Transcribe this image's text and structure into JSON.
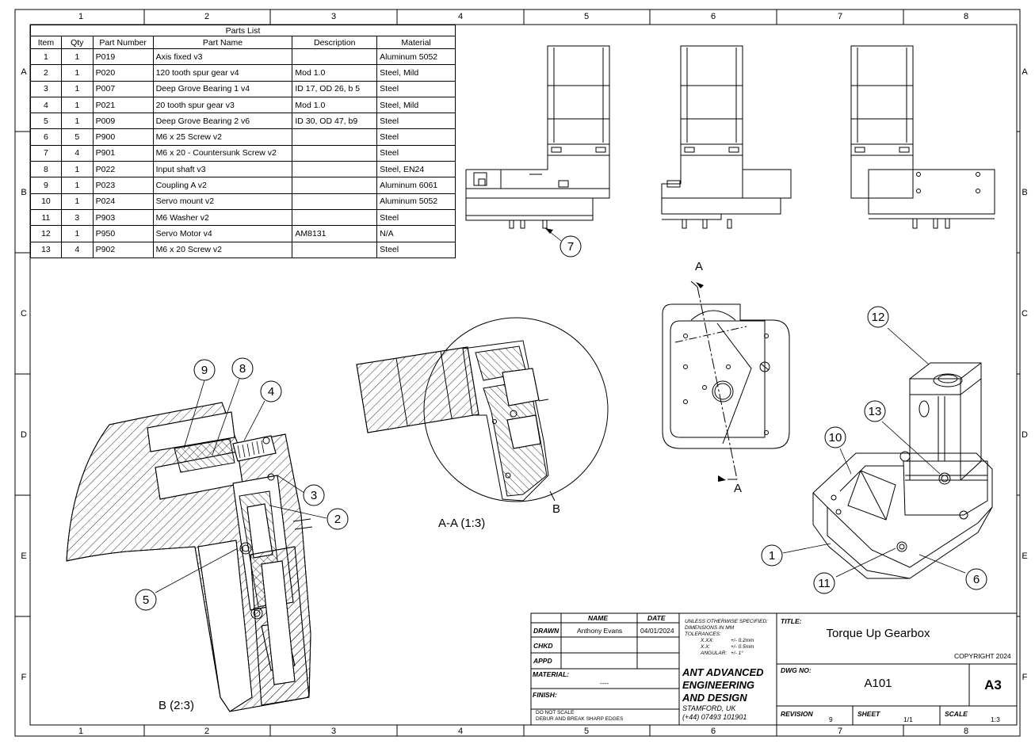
{
  "zones": {
    "columns": [
      "1",
      "2",
      "3",
      "4",
      "5",
      "6",
      "7",
      "8"
    ],
    "rows": [
      "A",
      "B",
      "C",
      "D",
      "E",
      "F"
    ]
  },
  "parts_list": {
    "title": "Parts List",
    "headers": [
      "Item",
      "Qty",
      "Part Number",
      "Part Name",
      "Description",
      "Material"
    ],
    "rows": [
      [
        "1",
        "1",
        "P019",
        "Axis fixed v3",
        "",
        "Aluminum 5052"
      ],
      [
        "2",
        "1",
        "P020",
        "120 tooth spur gear v4",
        "Mod 1.0",
        "Steel, Mild"
      ],
      [
        "3",
        "1",
        "P007",
        "Deep Grove Bearing 1 v4",
        "ID 17, OD 26, b 5",
        "Steel"
      ],
      [
        "4",
        "1",
        "P021",
        "20 tooth spur gear v3",
        "Mod 1.0",
        "Steel, Mild"
      ],
      [
        "5",
        "1",
        "P009",
        "Deep Grove Bearing 2 v6",
        "ID 30, OD 47, b9",
        "Steel"
      ],
      [
        "6",
        "5",
        "P900",
        "M6 x 25 Screw v2",
        "",
        "Steel"
      ],
      [
        "7",
        "4",
        "P901",
        "M6 x 20 - Countersunk Screw v2",
        "",
        "Steel"
      ],
      [
        "8",
        "1",
        "P022",
        "Input shaft v3",
        "",
        "Steel, EN24"
      ],
      [
        "9",
        "1",
        "P023",
        "Coupling A v2",
        "",
        "Aluminum 6061"
      ],
      [
        "10",
        "1",
        "P024",
        "Servo mount v2",
        "",
        "Aluminum 5052"
      ],
      [
        "11",
        "3",
        "P903",
        "M6 Washer v2",
        "",
        "Steel"
      ],
      [
        "12",
        "1",
        "P950",
        "Servo Motor v4",
        "AM8131",
        "N/A"
      ],
      [
        "13",
        "4",
        "P902",
        "M6 x 20 Screw v2",
        "",
        "Steel"
      ]
    ]
  },
  "views": {
    "section_label": "A-A (1:3)",
    "detail_label": "B (2:3)",
    "detail_marker": "B",
    "cut_label": "A"
  },
  "balloons": [
    "1",
    "2",
    "3",
    "4",
    "5",
    "6",
    "7",
    "8",
    "9",
    "10",
    "11",
    "12",
    "13"
  ],
  "title_block": {
    "name_header": "NAME",
    "date_header": "DATE",
    "drawn_label": "DRAWN",
    "drawn_name": "Anthony Evans",
    "drawn_date": "04/01/2024",
    "chkd_label": "CHKD",
    "appd_label": "APPD",
    "material_label": "MATERIAL:",
    "material_value": "----",
    "finish_label": "FINISH:",
    "note1": "DO NOT SCALE",
    "note2": "DEBUR AND BREAK SHARP EDGES",
    "tol1": "UNLESS OTHERWISE SPECIFIED:",
    "tol2": "DIMENSIONS IN MM",
    "tol3": "TOLERANCES:",
    "tol_xxx": "X.XX:",
    "tol_xxx_val": "+/- 0.2mm",
    "tol_xx": "X.X:",
    "tol_xx_val": "+/- 0.5mm",
    "tol_ang": "ANGULAR:",
    "tol_ang_val": "+/- 1°",
    "company1": "ANT ADVANCED",
    "company2": "ENGINEERING",
    "company3": "AND DESIGN",
    "city": "STAMFORD, UK",
    "phone": "(+44) 07493 101901",
    "title_label": "TITLE:",
    "title_value": "Torque Up Gearbox",
    "copyright": "COPYRIGHT 2024",
    "dwg_label": "DWG NO:",
    "dwg_value": "A101",
    "size_value": "A3",
    "revision_label": "REVISION",
    "revision_value": "9",
    "sheet_label": "SHEET",
    "sheet_value": "1/1",
    "scale_label": "SCALE",
    "scale_value": "1:3"
  }
}
